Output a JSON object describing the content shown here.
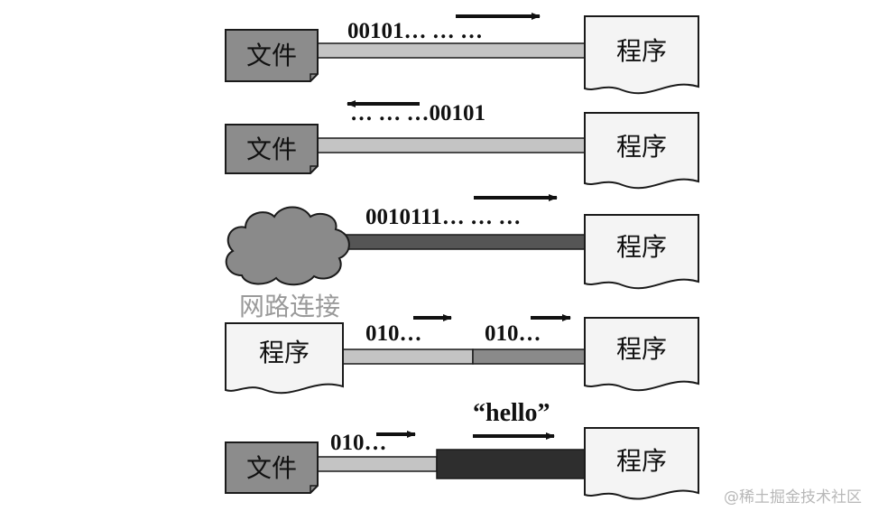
{
  "colors": {
    "file_fill": "#8c8c8c",
    "doc_fill": "#f4f4f4",
    "stroke": "#1a1a1a",
    "pipe_light": "#c4c4c4",
    "pipe_mid": "#8a8a8a",
    "pipe_dark": "#555555",
    "pipe_black": "#2e2e2e",
    "cloud_fill": "#8a8a8a",
    "watermark": "#b8b8b8"
  },
  "icons": [
    "file-icon",
    "program-document-icon",
    "cloud-icon",
    "right-arrow-icon",
    "left-arrow-icon"
  ],
  "rows": [
    {
      "source_label": "文件",
      "target_label": "程序",
      "bits": [
        "00101… … …"
      ],
      "arrow_direction": "right"
    },
    {
      "source_label": "文件",
      "target_label": "程序",
      "bits": [
        "… … …00101"
      ],
      "arrow_direction": "left"
    },
    {
      "source_label": "网路连接",
      "target_label": "程序",
      "bits": [
        "0010111… … …"
      ],
      "arrow_direction": "right"
    },
    {
      "source_label": "程序",
      "target_label": "程序",
      "bits": [
        "010…",
        "010…"
      ],
      "arrow_direction": "right"
    },
    {
      "source_label": "文件",
      "target_label": "程序",
      "bits": [
        "010…"
      ],
      "message": "“hello”",
      "arrow_direction": "right"
    }
  ],
  "watermark": "@稀土掘金技术社区"
}
